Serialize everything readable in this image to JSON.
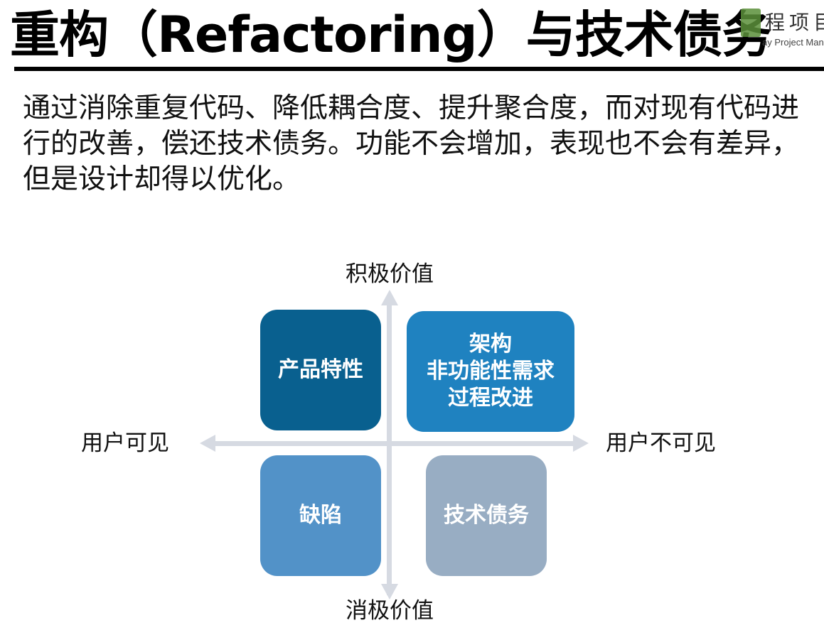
{
  "title": "重构（Refactoring）与技术债务",
  "logo": {
    "cn": "程项目管",
    "en": "ay Project Man"
  },
  "intro": "通过消除重复代码、降低耦合度、提升聚合度，而对现有代码进行的改善，偿还技术债务。功能不会增加，表现也不会有差异，但是设计却得以优化。",
  "diagram": {
    "axes": {
      "top": "积极价值",
      "bottom": "消极价值",
      "left": "用户可见",
      "right": "用户不可见"
    },
    "quadrants": {
      "top_left": {
        "lines": [
          "产品特性"
        ],
        "color": "#09608f"
      },
      "top_right": {
        "lines": [
          "架构",
          "非功能性需求",
          "过程改进"
        ],
        "color": "#1f82c0"
      },
      "bottom_left": {
        "lines": [
          "缺陷"
        ],
        "color": "#5292c8"
      },
      "bottom_right": {
        "lines": [
          "技术债务"
        ],
        "color": "#98adc3"
      }
    },
    "axis_color": "#d6dae2"
  }
}
